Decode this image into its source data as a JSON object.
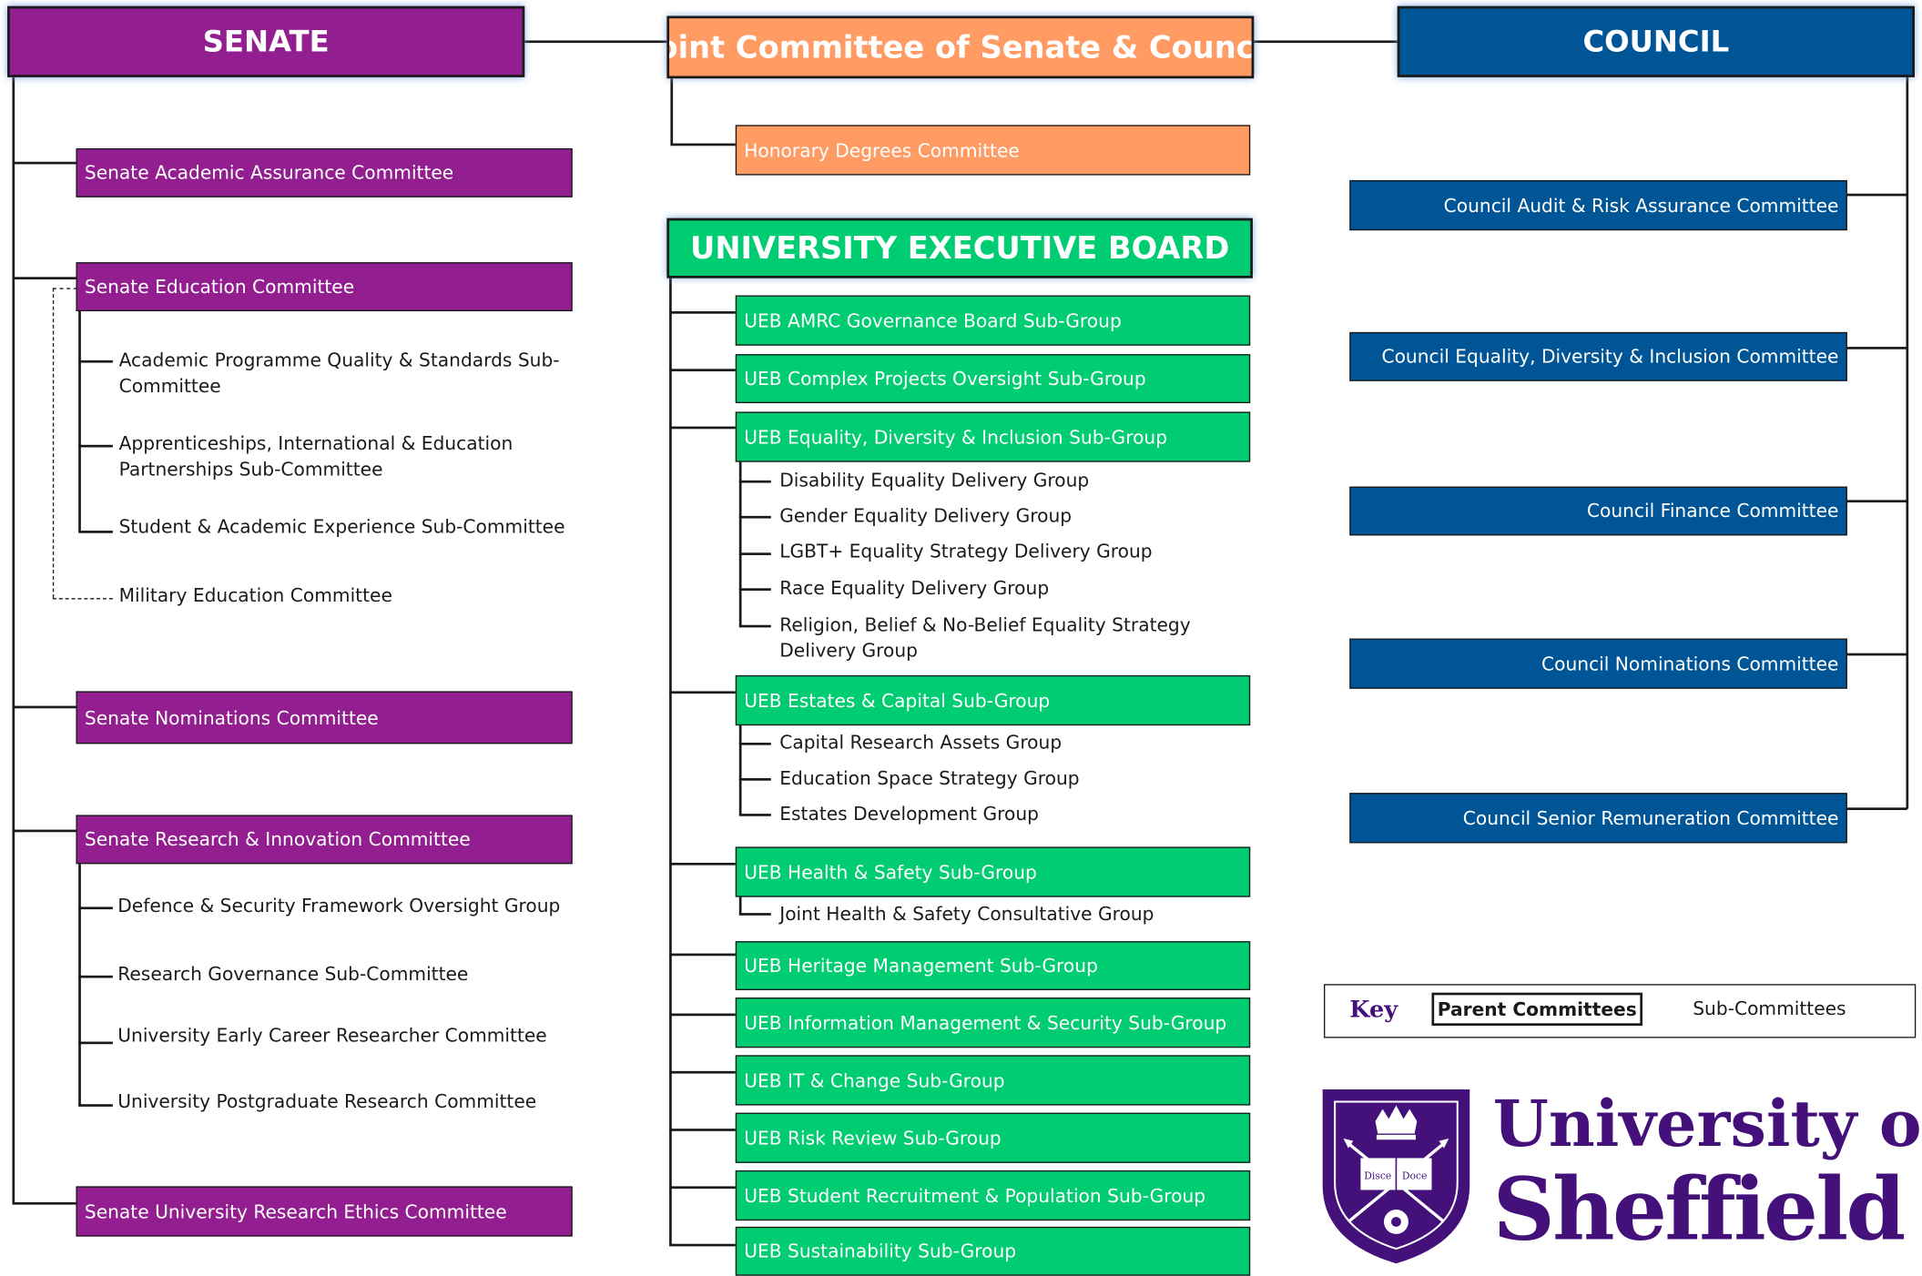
{
  "senate": {
    "title": "SENATE",
    "committees": [
      "Senate Academic Assurance Committee",
      "Senate Education Committee",
      "Senate Nominations Committee",
      "Senate Research & Innovation Committee",
      "Senate University Research Ethics Committee"
    ],
    "education_subs": [
      "Academic Programme Quality & Standards Sub-Committee",
      "Apprenticeships, International & Education Partnerships Sub-Committee",
      "Student & Academic Experience Sub-Committee"
    ],
    "military": "Military Education Committee",
    "research_subs": [
      "Defence & Security Framework Oversight Group",
      "Research Governance Sub-Committee",
      "University Early Career Researcher Committee",
      "University Postgraduate Research Committee"
    ]
  },
  "joint": {
    "title": "Joint Committee of Senate & Council",
    "honorary": "Honorary Degrees Committee"
  },
  "ueb": {
    "title": "UNIVERSITY EXECUTIVE BOARD",
    "groups": [
      "UEB AMRC Governance Board Sub-Group",
      "UEB Complex Projects Oversight Sub-Group",
      "UEB Equality, Diversity & Inclusion Sub-Group",
      "UEB Estates & Capital Sub-Group",
      "UEB Health & Safety Sub-Group",
      "UEB Heritage Management Sub-Group",
      "UEB Information Management & Security Sub-Group",
      "UEB IT & Change Sub-Group",
      "UEB Risk Review Sub-Group",
      "UEB Student Recruitment & Population Sub-Group",
      "UEB Sustainability Sub-Group"
    ],
    "edi_subs": [
      "Disability Equality Delivery Group",
      "Gender Equality Delivery Group",
      "LGBT+ Equality Strategy Delivery Group",
      "Race Equality Delivery Group",
      "Religion, Belief & No-Belief Equality Strategy Delivery Group"
    ],
    "estates_subs": [
      "Capital Research Assets Group",
      "Education Space Strategy Group",
      "Estates Development Group"
    ],
    "hs_subs": [
      "Joint Health & Safety Consultative Group"
    ]
  },
  "council": {
    "title": "COUNCIL",
    "committees": [
      "Council Audit & Risk Assurance Committee",
      "Council Equality, Diversity & Inclusion Committee",
      "Council Finance Committee",
      "Council Nominations Committee",
      "Council Senior Remuneration Committee"
    ]
  },
  "key": {
    "label": "Key",
    "parent": "Parent Committees",
    "sub": "Sub-Committees"
  },
  "logo": {
    "line1": "University of",
    "line2": "Sheffield",
    "book_left": "Disce",
    "book_right": "Doce",
    "icon": "university-crest-icon"
  },
  "colors": {
    "senate": "#921e8f",
    "ueb": "#00cc72",
    "joint": "#ff9b63",
    "council": "#005596",
    "brand": "#44107a"
  }
}
